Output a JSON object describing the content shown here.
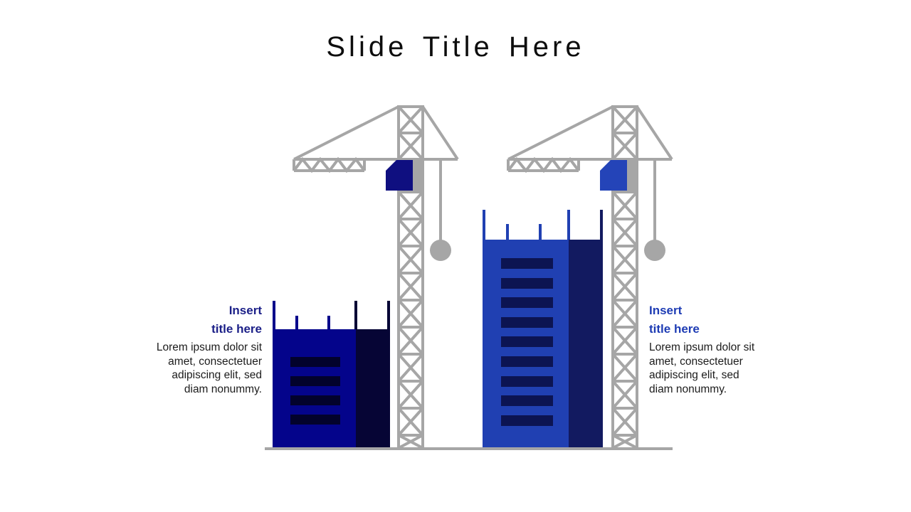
{
  "slide": {
    "title": "Slide Title Here"
  },
  "items": {
    "left": {
      "title_lines": [
        "Insert",
        "title here"
      ],
      "body_lines": [
        "Lorem ipsum dolor sit",
        "amet, consectetuer",
        "adipiscing elit, sed",
        "diam nonummy."
      ]
    },
    "right": {
      "title_lines": [
        "Insert",
        "title here"
      ],
      "body_lines": [
        "Lorem ipsum dolor sit",
        "amet, consectetuer",
        "adipiscing elit, sed",
        "diam nonummy."
      ]
    }
  },
  "palette": {
    "slide_title": "#0d0d0d",
    "body_text": "#1c1c1c",
    "left_item_title": "#1c2088",
    "right_item_title": "#1e3cb4",
    "crane_grey": "#a6a6a6",
    "ground_grey": "#a6a6a6",
    "left_cab_navy": "#0f0f80",
    "right_cab_blue": "#2444b8",
    "left_building_blue": "#04048b",
    "left_building_dark": "#060535",
    "left_window_dark": "#02022c",
    "right_building_blue": "#2040b2",
    "right_building_dark": "#121a60",
    "right_window_dark": "#0c1452"
  }
}
